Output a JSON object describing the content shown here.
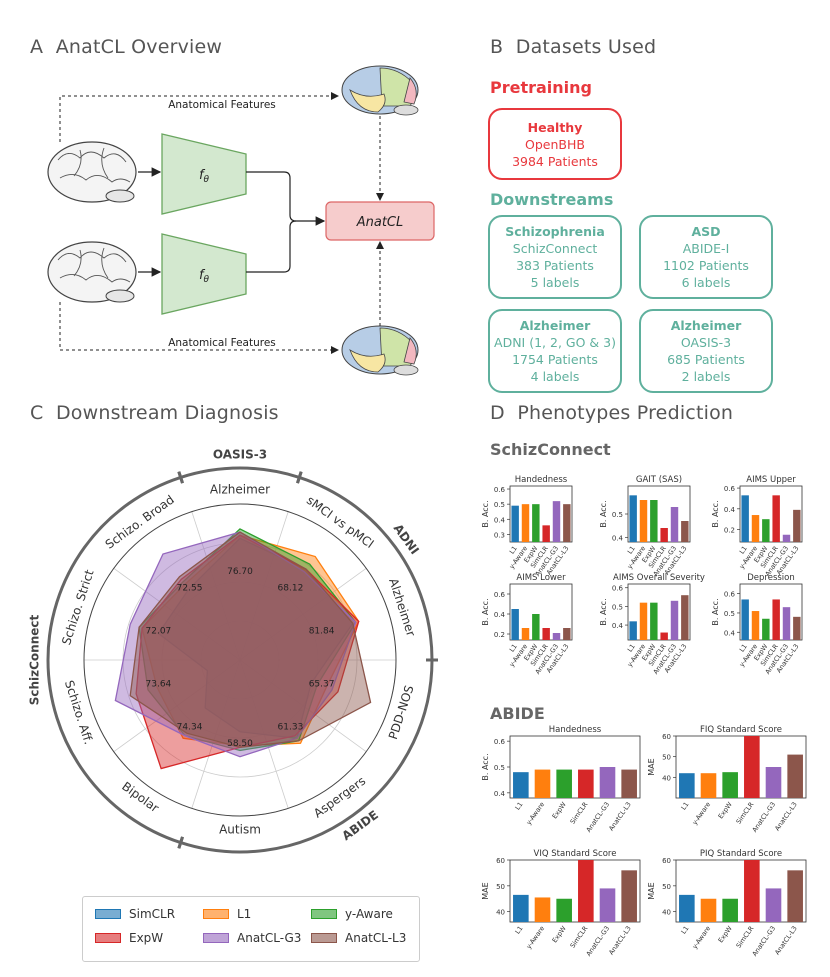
{
  "sections": {
    "a": {
      "letter": "A",
      "title": "AnatCL Overview"
    },
    "b": {
      "letter": "B",
      "title": "Datasets Used"
    },
    "c": {
      "letter": "C",
      "title": "Downstream Diagnosis"
    },
    "d": {
      "letter": "D",
      "title": "Phenotypes Prediction"
    }
  },
  "overview": {
    "top_arrow_label": "Anatomical Features",
    "bottom_arrow_label": "Anatomical Features",
    "encoder_label": "f",
    "encoder_sub": "θ",
    "loss_label": "AnatCL"
  },
  "datasets": {
    "pretraining_header": "Pretraining",
    "downstream_header": "Downstreams",
    "pretraining": {
      "title": "Healthy",
      "line1": "OpenBHB",
      "line2": "3984 Patients"
    },
    "boxes": [
      {
        "title": "Schizophrenia",
        "line1": "SchizConnect",
        "line2": "383 Patients",
        "line3": "5 labels"
      },
      {
        "title": "ASD",
        "line1": "ABIDE-I",
        "line2": "1102 Patients",
        "line3": "6 labels"
      },
      {
        "title": "Alzheimer",
        "line1": "ADNI (1, 2, GO & 3)",
        "line2": "1754 Patients",
        "line3": "4 labels"
      },
      {
        "title": "Alzheimer",
        "line1": "OASIS-3",
        "line2": "685 Patients",
        "line3": "2 labels"
      }
    ]
  },
  "colors": {
    "SimCLR": "#1f77b4",
    "L1": "#ff7f0e",
    "y-Aware": "#2ca02c",
    "ExpW": "#d62728",
    "AnatCL-G3": "#9467bd",
    "AnatCL-L3": "#8c564b",
    "red": "#e8383d",
    "teal": "#5fb09d"
  },
  "radar": {
    "axes": [
      "Alzheimer",
      "sMCI vs pMCI",
      "Alzheimer",
      "PDD-NOS",
      "Aspergers",
      "Autism",
      "Bipolar",
      "Schizo. Aff.",
      "Schizo. Strict",
      "Schizo. Broad"
    ],
    "tick_values": [
      "76.70",
      "68.12",
      "81.84",
      "65.37",
      "61.33",
      "58.50",
      "74.34",
      "73.64",
      "72.07",
      "72.55"
    ],
    "groups": [
      {
        "label": "OASIS-3",
        "start": 0.5,
        "end": -0.5
      },
      {
        "label": "ADNI",
        "start": -0.5,
        "end": -2.5
      },
      {
        "label": "ABIDE",
        "start": -2.5,
        "end": -5.5
      },
      {
        "label": "SchizConnect",
        "start": -5.5,
        "end": -9.5
      }
    ]
  },
  "chart_data": {
    "type": "radar",
    "categories": [
      "Alzheimer",
      "sMCI vs pMCI",
      "Alzheimer",
      "PDD-NOS",
      "Aspergers",
      "Autism",
      "Bipolar",
      "Schizo. Aff.",
      "Schizo. Strict",
      "Schizo. Broad"
    ],
    "series": [
      {
        "name": "SimCLR",
        "values": [
          0.78,
          0.72,
          0.76,
          0.48,
          0.62,
          0.46,
          0.38,
          0.22,
          0.55,
          0.56
        ]
      },
      {
        "name": "L1",
        "values": [
          0.8,
          0.82,
          0.8,
          0.58,
          0.66,
          0.55,
          0.62,
          0.56,
          0.66,
          0.6
        ]
      },
      {
        "name": "y-Aware",
        "values": [
          0.84,
          0.76,
          0.78,
          0.52,
          0.64,
          0.58,
          0.6,
          0.62,
          0.68,
          0.62
        ]
      },
      {
        "name": "ExpW",
        "values": [
          0.8,
          0.72,
          0.8,
          0.66,
          0.6,
          0.56,
          0.86,
          0.7,
          0.66,
          0.64
        ]
      },
      {
        "name": "AnatCL-G3",
        "values": [
          0.82,
          0.7,
          0.78,
          0.62,
          0.62,
          0.62,
          0.6,
          0.84,
          0.74,
          0.84
        ]
      },
      {
        "name": "AnatCL-L3",
        "values": [
          0.82,
          0.72,
          0.76,
          0.88,
          0.64,
          0.56,
          0.58,
          0.74,
          0.68,
          0.66
        ]
      }
    ]
  },
  "legend": [
    "SimCLR",
    "L1",
    "y-Aware",
    "ExpW",
    "AnatCL-G3",
    "AnatCL-L3"
  ],
  "phenotypes": {
    "schiz_header": "SchizConnect",
    "abide_header": "ABIDE",
    "schiz_charts": [
      {
        "title": "Handedness",
        "ylabel": "B. Acc.",
        "ylim": [
          0.25,
          0.62
        ],
        "ticks": [
          0.3,
          0.4,
          0.5,
          0.6
        ],
        "values": [
          0.49,
          0.5,
          0.5,
          0.36,
          0.52,
          0.5
        ]
      },
      {
        "title": "GAIT (SAS)",
        "ylabel": "B. Acc.",
        "ylim": [
          0.38,
          0.62
        ],
        "ticks": [
          0.4,
          0.5
        ],
        "values": [
          0.58,
          0.56,
          0.56,
          0.44,
          0.53,
          0.47
        ]
      },
      {
        "title": "AIMS Upper",
        "ylabel": "B. Acc.",
        "ylim": [
          0.08,
          0.62
        ],
        "ticks": [
          0.2,
          0.4,
          0.6
        ],
        "values": [
          0.53,
          0.34,
          0.3,
          0.53,
          0.15,
          0.39
        ]
      },
      {
        "title": "AIMS Lower",
        "ylabel": "B. Acc.",
        "ylim": [
          0.14,
          0.7
        ],
        "ticks": [
          0.2,
          0.4,
          0.6
        ],
        "values": [
          0.45,
          0.26,
          0.4,
          0.26,
          0.21,
          0.26
        ]
      },
      {
        "title": "AIMS Overall Severity",
        "ylabel": "B. Acc.",
        "ylim": [
          0.32,
          0.62
        ],
        "ticks": [
          0.4,
          0.5,
          0.6
        ],
        "values": [
          0.42,
          0.52,
          0.52,
          0.36,
          0.53,
          0.56
        ]
      },
      {
        "title": "Depression",
        "ylabel": "B. Acc.",
        "ylim": [
          0.36,
          0.65
        ],
        "ticks": [
          0.4,
          0.5,
          0.6
        ],
        "values": [
          0.57,
          0.51,
          0.47,
          0.57,
          0.53,
          0.48
        ]
      }
    ],
    "schiz_xlabels": [
      "L1",
      "y-Aware",
      "ExpW",
      "SimCLR",
      "AnatCL-G3",
      "AnatCL-L3"
    ],
    "schiz_colors": [
      "SimCLR",
      "L1",
      "y-Aware",
      "ExpW",
      "AnatCL-G3",
      "AnatCL-L3"
    ],
    "abide_charts": [
      {
        "title": "Handedness",
        "ylabel": "B. Acc.",
        "ylim": [
          0.38,
          0.62
        ],
        "ticks": [
          0.4,
          0.5,
          0.6
        ],
        "values": [
          0.48,
          0.49,
          0.49,
          0.49,
          0.5,
          0.49
        ]
      },
      {
        "title": "FIQ Standard Score",
        "ylabel": "MAE",
        "ylim": [
          30,
          60
        ],
        "ticks": [
          40,
          50,
          60
        ],
        "values": [
          42,
          42,
          42.5,
          60,
          45,
          51
        ]
      },
      {
        "title": "VIQ Standard Score",
        "ylabel": "MAE",
        "ylim": [
          36,
          60
        ],
        "ticks": [
          40,
          50,
          60
        ],
        "values": [
          46.5,
          45.5,
          45,
          60,
          49,
          56
        ]
      },
      {
        "title": "PIQ Standard Score",
        "ylabel": "MAE",
        "ylim": [
          36,
          60
        ],
        "ticks": [
          40,
          50,
          60
        ],
        "values": [
          46.5,
          45,
          45,
          60,
          49,
          56
        ]
      }
    ],
    "abide_xlabels": [
      "L1",
      "y-Aware",
      "ExpW",
      "SimCLR",
      "AnatCL-G3",
      "AnatCL-L3"
    ]
  }
}
